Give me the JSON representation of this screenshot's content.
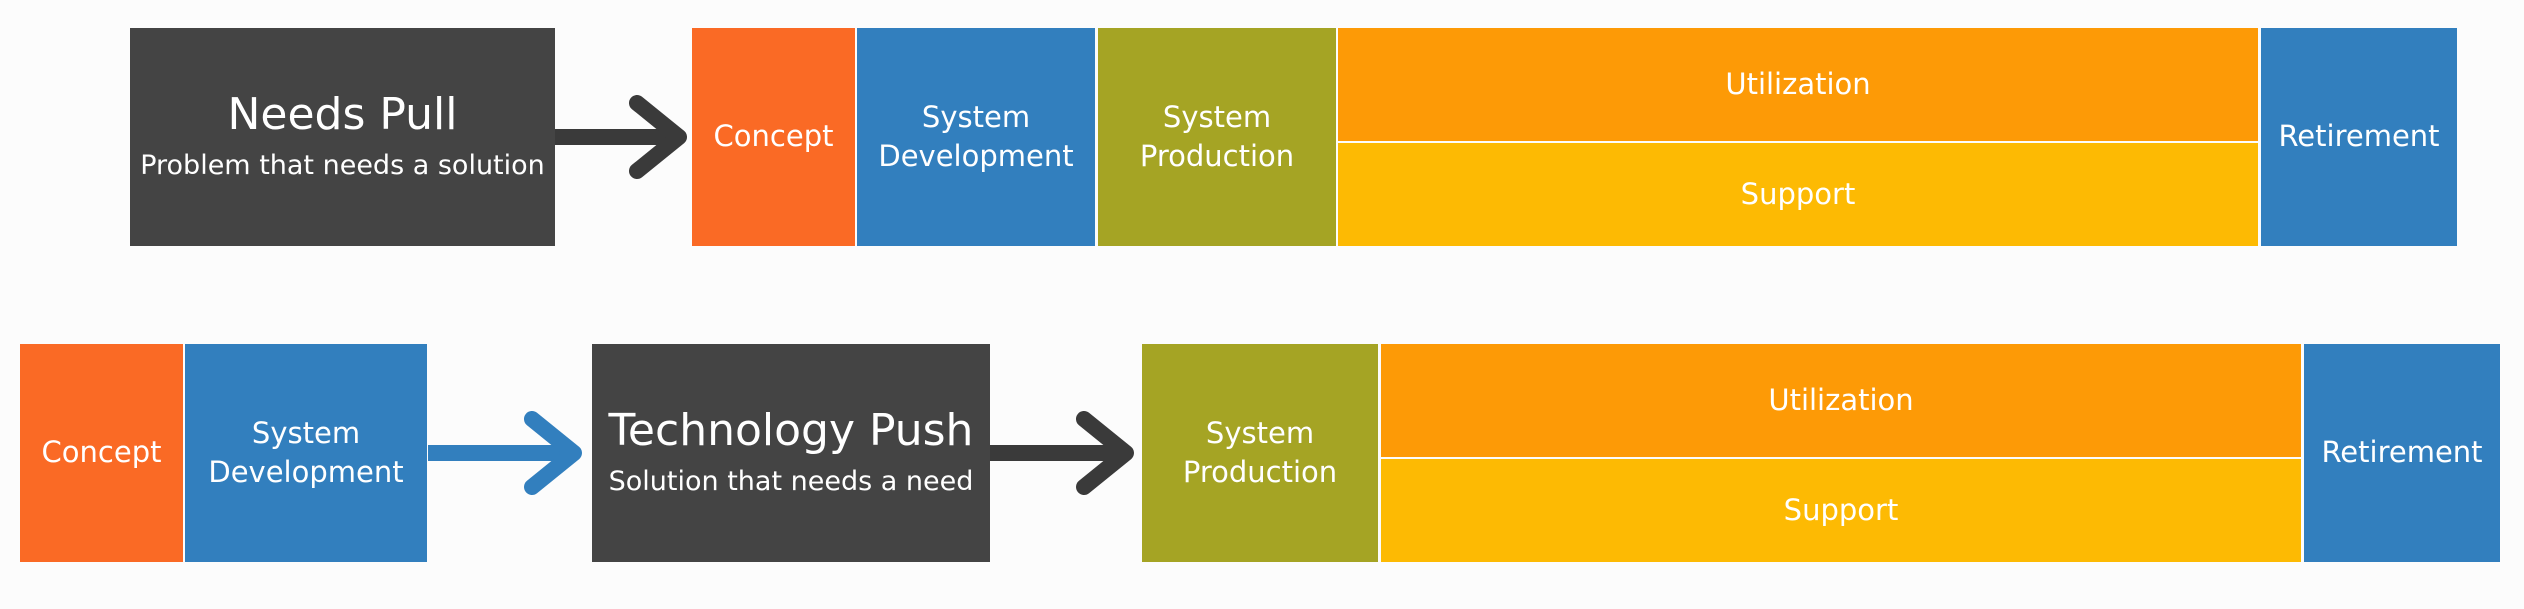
{
  "colors": {
    "concept": "#fa6a25",
    "system_development": "#327fbe",
    "system_production": "#a5a424",
    "utilization": "#fd9a06",
    "support": "#fdba03",
    "retirement": "#327fbe",
    "dark_box": "#444444",
    "dark_arrow": "#3a3a3a",
    "blue_arrow": "#327fbe"
  },
  "row1": {
    "driver": {
      "title": "Needs Pull",
      "subtitle": "Problem that needs a solution"
    },
    "concept": "Concept",
    "system_development": {
      "line1": "System",
      "line2": "Development"
    },
    "system_production": {
      "line1": "System",
      "line2": "Production"
    },
    "utilization": "Utilization",
    "support": "Support",
    "retirement": "Retirement"
  },
  "row2": {
    "concept": "Concept",
    "system_development": {
      "line1": "System",
      "line2": "Development"
    },
    "driver": {
      "title": "Technology Push",
      "subtitle": "Solution that needs a need"
    },
    "system_production": {
      "line1": "System",
      "line2": "Production"
    },
    "utilization": "Utilization",
    "support": "Support",
    "retirement": "Retirement"
  }
}
